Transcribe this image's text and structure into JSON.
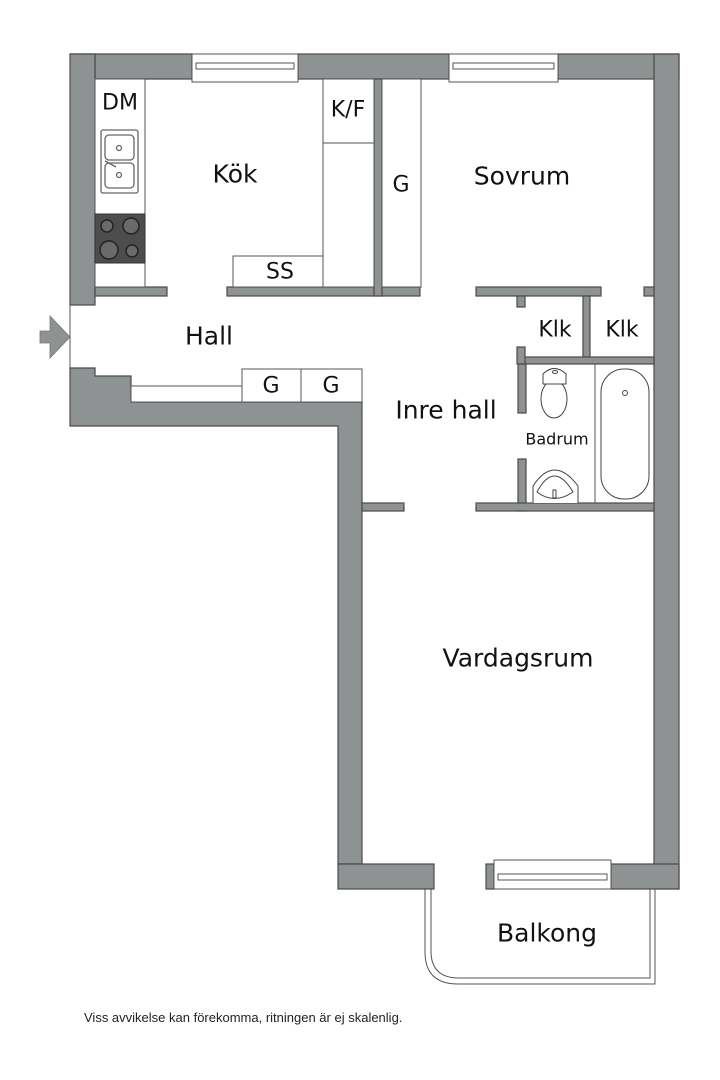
{
  "colors": {
    "wall": "#8f9292",
    "wall_stroke": "#4a4a4a",
    "fixture_stroke": "#555555",
    "stove": "#4d4d4d",
    "arrow": "#8f9292",
    "background": "#ffffff"
  },
  "rooms": {
    "kitchen": "Kök",
    "bedroom": "Sovrum",
    "hall": "Hall",
    "inner_hall": "Inre hall",
    "bathroom": "Badrum",
    "living_room": "Vardagsrum",
    "balcony": "Balkong"
  },
  "fixtures": {
    "dishwasher": "DM",
    "fridge_freezer": "K/F",
    "wardrobe_bedroom": "G",
    "broom_closet": "SS",
    "closet_left": "Klk",
    "closet_right": "Klk",
    "hall_wardrobe_1": "G",
    "hall_wardrobe_2": "G"
  },
  "icons": {
    "entrance": "entrance-arrow-icon",
    "sink": "kitchen-sink-icon",
    "stove": "stove-icon",
    "toilet": "toilet-icon",
    "washbasin": "washbasin-icon",
    "bathtub": "bathtub-icon",
    "window": "window-icon"
  },
  "footer": {
    "disclaimer": "Viss avvikelse kan förekomma, ritningen är ej skalenlig."
  }
}
